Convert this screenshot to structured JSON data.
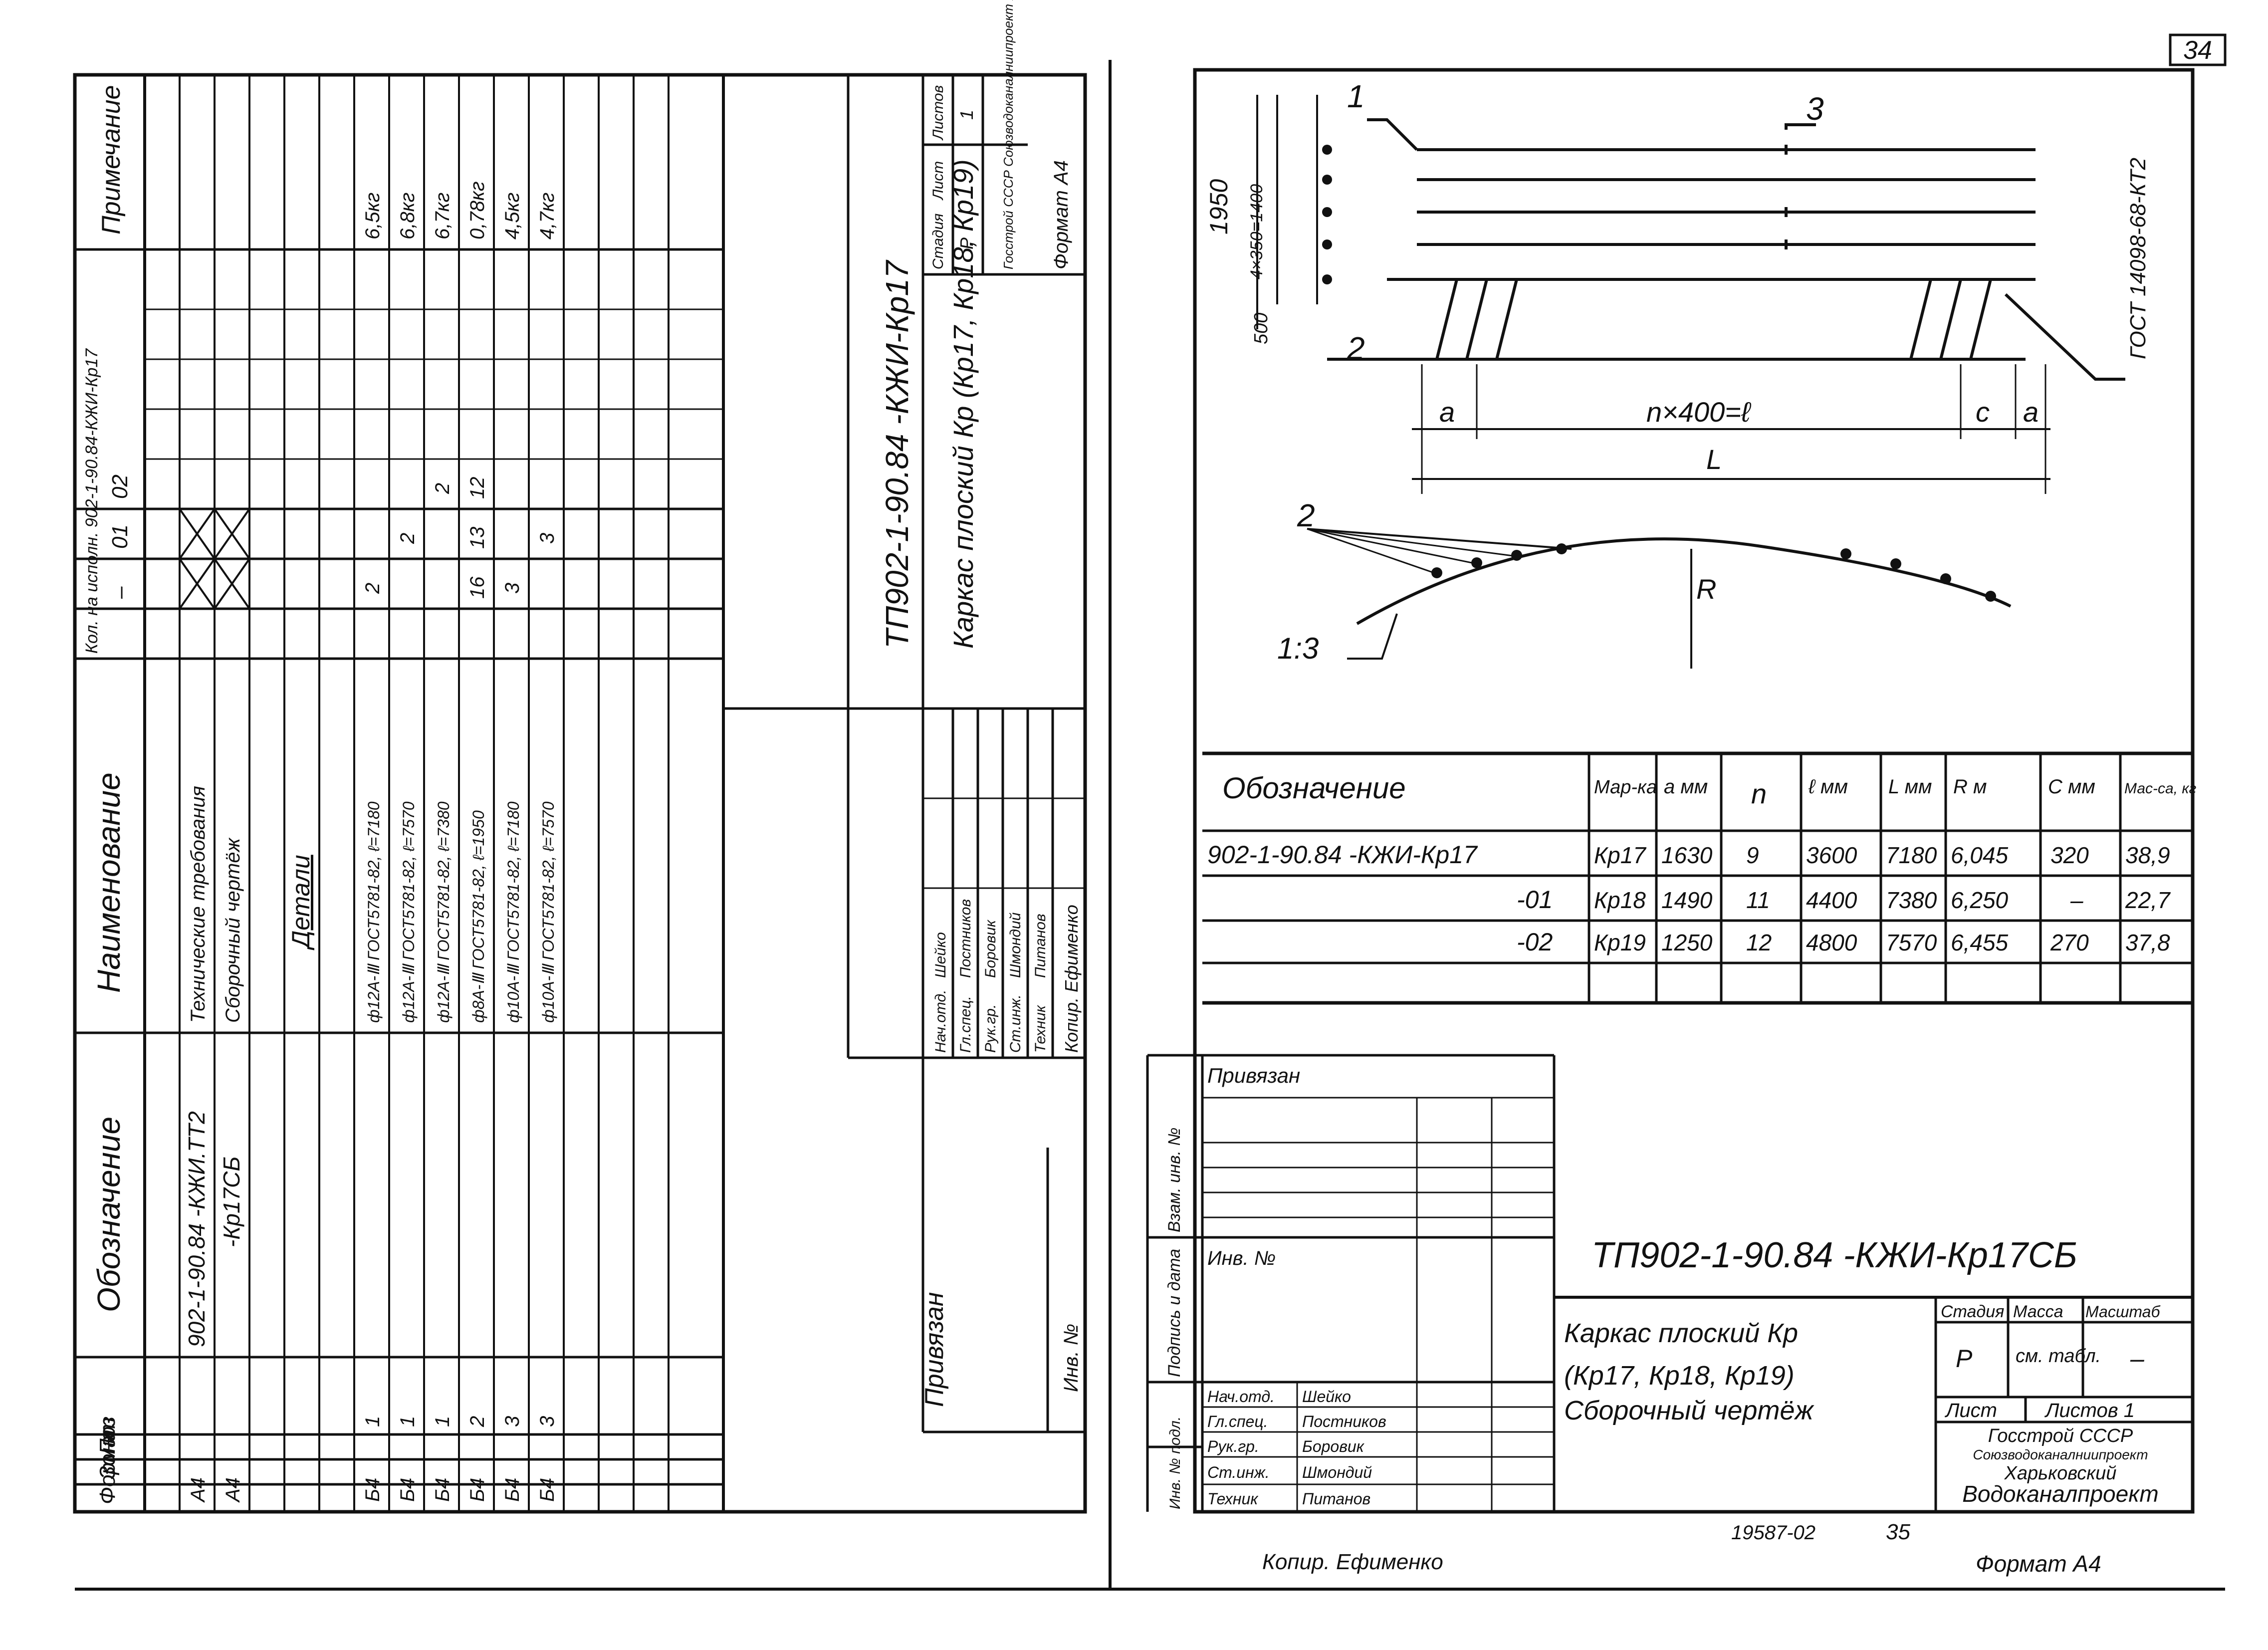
{
  "page_number": "34",
  "spec_sheet": {
    "rotated_headers": {
      "format": "Формат",
      "zone": "Зона",
      "pos": "Поз",
      "designation": "Обозначение",
      "name": "Наименование",
      "qty_header": "Кол. на исполн. 902-1-90.84-КЖИ-Кр17",
      "note": "Примечание"
    },
    "variant_cols": [
      "–",
      "01",
      "02"
    ],
    "rows": [
      {
        "format": "А4",
        "pos": "",
        "designation": "902-1-90.84 -КЖИ.ТТ2",
        "name": "Технические требования",
        "q1": "",
        "q2": "",
        "q3": "",
        "note": ""
      },
      {
        "format": "А4",
        "pos": "",
        "designation": "-Кр17СБ",
        "name": "Сборочный чертёж",
        "q1": "",
        "q2": "",
        "q3": "",
        "note": ""
      },
      {
        "format": "",
        "pos": "",
        "designation": "",
        "name": "Детали",
        "q1": "",
        "q2": "",
        "q3": "",
        "note": ""
      },
      {
        "format": "Б4",
        "pos": "1",
        "designation": "",
        "name": "ф12А-Ⅲ ГОСТ5781-82, ℓ=7180",
        "q1": "2",
        "q2": "",
        "q3": "",
        "note": "6,5кг"
      },
      {
        "format": "Б4",
        "pos": "1",
        "designation": "",
        "name": "ф12А-Ⅲ ГОСТ5781-82, ℓ=7570",
        "q1": "",
        "q2": "2",
        "q3": "",
        "note": "6,8кг"
      },
      {
        "format": "Б4",
        "pos": "1",
        "designation": "",
        "name": "ф12А-Ⅲ ГОСТ5781-82, ℓ=7380",
        "q1": "",
        "q2": "",
        "q3": "2",
        "note": "6,7кг"
      },
      {
        "format": "Б4",
        "pos": "2",
        "designation": "",
        "name": "ф8А-Ⅲ ГОСТ5781-82, ℓ=1950",
        "q1": "16",
        "q2": "13",
        "q3": "12",
        "note": "0,78кг"
      },
      {
        "format": "Б4",
        "pos": "3",
        "designation": "",
        "name": "ф10А-Ⅲ ГОСТ5781-82, ℓ=7180",
        "q1": "3",
        "q2": "",
        "q3": "",
        "note": "4,5кг"
      },
      {
        "format": "Б4",
        "pos": "3",
        "designation": "",
        "name": "ф10А-Ⅲ ГОСТ5781-82, ℓ=7570",
        "q1": "",
        "q2": "3",
        "q3": "",
        "note": "4,7кг"
      }
    ],
    "title_block": {
      "code": "ТП902-1-90.84 -КЖИ-Кр17",
      "title": "Каркас плоский Кр (Кр17, Кр18, Кр19)",
      "stage_hdr": "Стадия",
      "sheet_hdr": "Лист",
      "sheets_hdr": "Листов",
      "stage": "Р",
      "sheets": "1",
      "org": "Госстрой СССР Союзводоканалниипроект Харьковский Водоканалпроект",
      "format": "Формат А4",
      "signers": [
        {
          "role": "Нач.отд.",
          "name": "Шейко"
        },
        {
          "role": "Гл.спец.",
          "name": "Постников"
        },
        {
          "role": "Рук.гр.",
          "name": "Боровик"
        },
        {
          "role": "Ст.инж.",
          "name": "Шмондий"
        },
        {
          "role": "Техник",
          "name": "Питанов"
        }
      ],
      "copied": "Копир. Ефименко",
      "bound": "Привязан",
      "inv": "Инв. №"
    }
  },
  "drawing": {
    "labels": {
      "pos1": "1",
      "pos2": "2",
      "pos3": "3",
      "height_total": "1950",
      "height_spacing": "4×350=1400",
      "bottom_step": "500",
      "dim_a": "a",
      "dim_nl": "n×400=ℓ",
      "dim_c": "c",
      "dim_L": "L",
      "gost": "ГОСТ 14098-68-КТ2",
      "arc_pos2": "2",
      "radius": "R",
      "scale": "1:3"
    },
    "table": {
      "headers": {
        "designation": "Обозначение",
        "mark": "Мар-ка",
        "a": "a мм",
        "n": "n",
        "l": "ℓ мм",
        "L": "L мм",
        "R": "R м",
        "c": "C мм",
        "mass": "Мас-са, кг"
      },
      "rows": [
        {
          "designation": "902-1-90.84 -КЖИ-Кр17",
          "mark": "Кр17",
          "a": "1630",
          "n": "9",
          "l": "3600",
          "L": "7180",
          "R": "6,045",
          "c": "320",
          "mass": "38,9"
        },
        {
          "designation": "-01",
          "mark": "Кр18",
          "a": "1490",
          "n": "11",
          "l": "4400",
          "L": "7380",
          "R": "6,250",
          "c": "–",
          "mass": "22,7"
        },
        {
          "designation": "-02",
          "mark": "Кр19",
          "a": "1250",
          "n": "12",
          "l": "4800",
          "L": "7570",
          "R": "6,455",
          "c": "270",
          "mass": "37,8"
        }
      ]
    }
  },
  "side_stamp": {
    "bound": "Привязан",
    "inv": "Инв. №",
    "side_labels": [
      "Взам. инв. №",
      "Подпись и дата",
      "Инв. № подл."
    ]
  },
  "title_block": {
    "code": "ТП902-1-90.84 -КЖИ-Кр17СБ",
    "title_line1": "Каркас плоский Кр",
    "title_line2": "(Кр17, Кр18, Кр19)",
    "title_line3": "Сборочный чертёж",
    "stage_hdr": "Стадия",
    "mass_hdr": "Масса",
    "scale_hdr": "Масштаб",
    "stage": "Р",
    "mass": "см. табл.",
    "scale": "–",
    "sheet_hdr": "Лист",
    "sheets_hdr": "Листов 1",
    "org_line1": "Госстрой СССР",
    "org_line2": "Союзводоканалниипроект",
    "org_line3": "Харьковский",
    "org_line4": "Водоканалпроект",
    "signers": [
      {
        "role": "Нач.отд.",
        "name": "Шейко"
      },
      {
        "role": "Гл.спец.",
        "name": "Постников"
      },
      {
        "role": "Рук.гр.",
        "name": "Боровик"
      },
      {
        "role": "Ст.инж.",
        "name": "Шмондий"
      },
      {
        "role": "Техник",
        "name": "Питанов"
      }
    ]
  },
  "footer": {
    "number": "19587-02",
    "page": "35",
    "copied": "Копир. Ефименко",
    "format": "Формат А4"
  }
}
